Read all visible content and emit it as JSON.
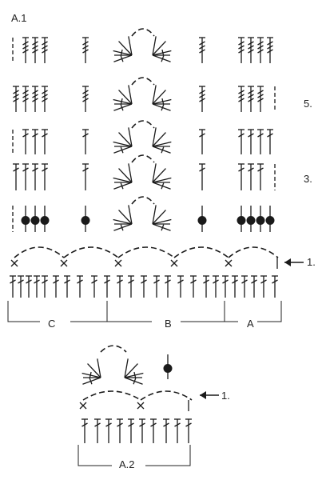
{
  "diagram_a1": {
    "title": "A.1",
    "row_numbers": [
      "5.",
      "3."
    ],
    "row1_label": "1.",
    "repeat_labels": [
      "C",
      "B",
      "A"
    ]
  },
  "diagram_a2": {
    "title": "A.2",
    "row1_label": "1."
  },
  "symbols": {
    "chain_loop": "chain-loop",
    "single_crochet": "x",
    "treble": "tall-stitch",
    "double_treble": "tall-stitch-crossed",
    "bobble": "filled-dot",
    "fan": "fan-cluster",
    "arrow": "left-arrow"
  }
}
